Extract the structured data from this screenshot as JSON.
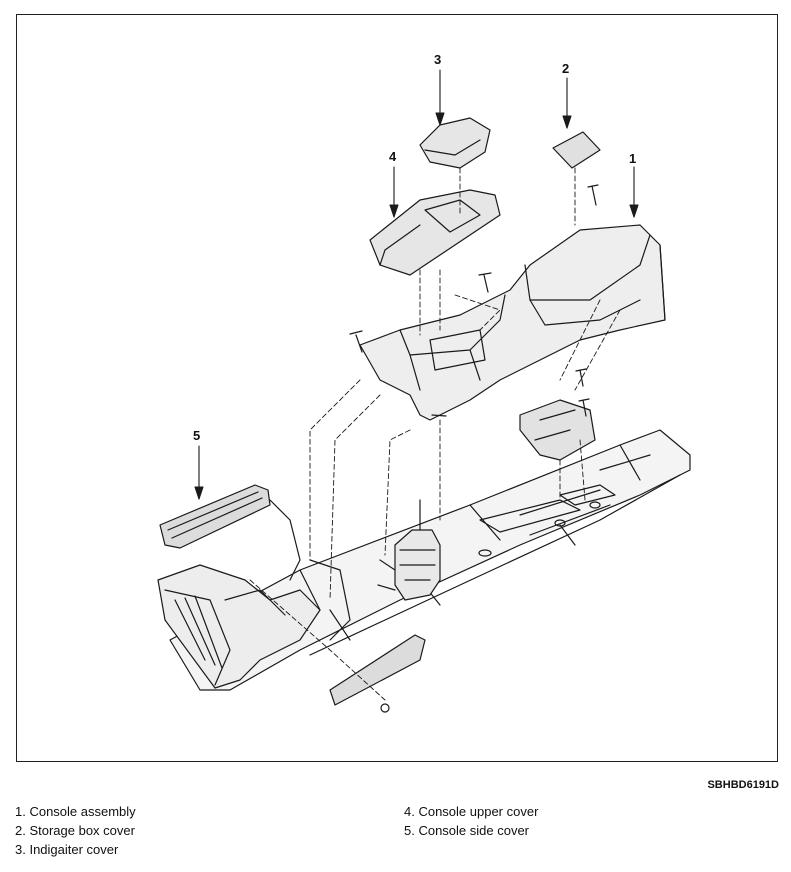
{
  "figure": {
    "code": "SBHBD6191D",
    "callouts": [
      "1",
      "2",
      "3",
      "4",
      "5"
    ],
    "legend_left": [
      "1. Console assembly",
      "2. Storage box cover",
      "3. Indigaiter cover"
    ],
    "legend_right": [
      "4. Console upper cover",
      "5. Console side cover"
    ]
  }
}
